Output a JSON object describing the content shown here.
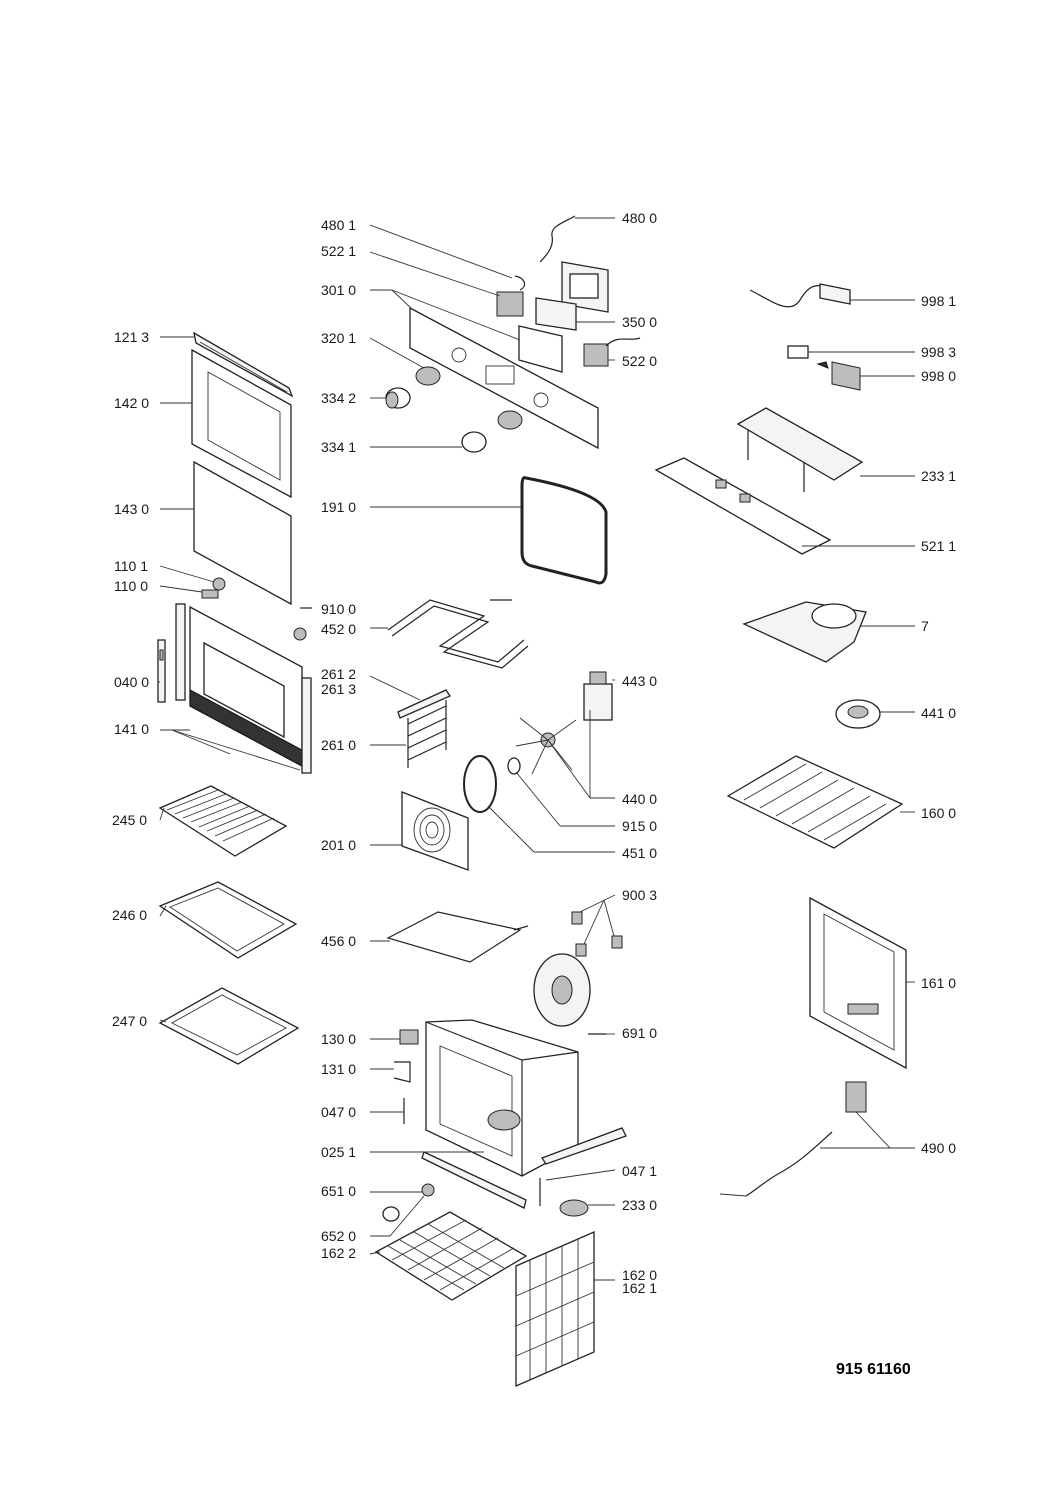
{
  "drawing_reference": "915 61160",
  "labels": {
    "l4800": "480 0",
    "l4801": "480 1",
    "l5221": "522 1",
    "l3010": "301 0",
    "l3500": "350 0",
    "l3201": "320 1",
    "l5220": "522 0",
    "l3342": "334 2",
    "l3341": "334 1",
    "l1213": "121 3",
    "l1420": "142 0",
    "l1430": "143 0",
    "l1101": "110 1",
    "l1100": "110 0",
    "l0400": "040 0",
    "l1410": "141 0",
    "l2450": "245 0",
    "l2460": "246 0",
    "l2470": "247 0",
    "l1910": "191 0",
    "l9100": "910 0",
    "l4520": "452 0",
    "l2612": "261 2",
    "l2613": "261 3",
    "l2610": "261 0",
    "l4430": "443 0",
    "l4400": "440 0",
    "l9150": "915 0",
    "l4510": "451 0",
    "l2010": "201 0",
    "l9003": "900 3",
    "l4560": "456 0",
    "l6910": "691 0",
    "l1300": "130 0",
    "l1310": "131 0",
    "l0470": "047 0",
    "l0251": "025 1",
    "l0471": "047 1",
    "l2330": "233 0",
    "l6510": "651 0",
    "l6520": "652 0",
    "l1622": "162 2",
    "l1620": "162 0",
    "l1621": "162 1",
    "l9981": "998 1",
    "l9983": "998 3",
    "l9980": "998 0",
    "l2331": "233 1",
    "l5211": "521 1",
    "l7": "7",
    "l4410": "441 0",
    "l1600": "160 0",
    "l1610": "161 0",
    "l4900": "490 0"
  }
}
